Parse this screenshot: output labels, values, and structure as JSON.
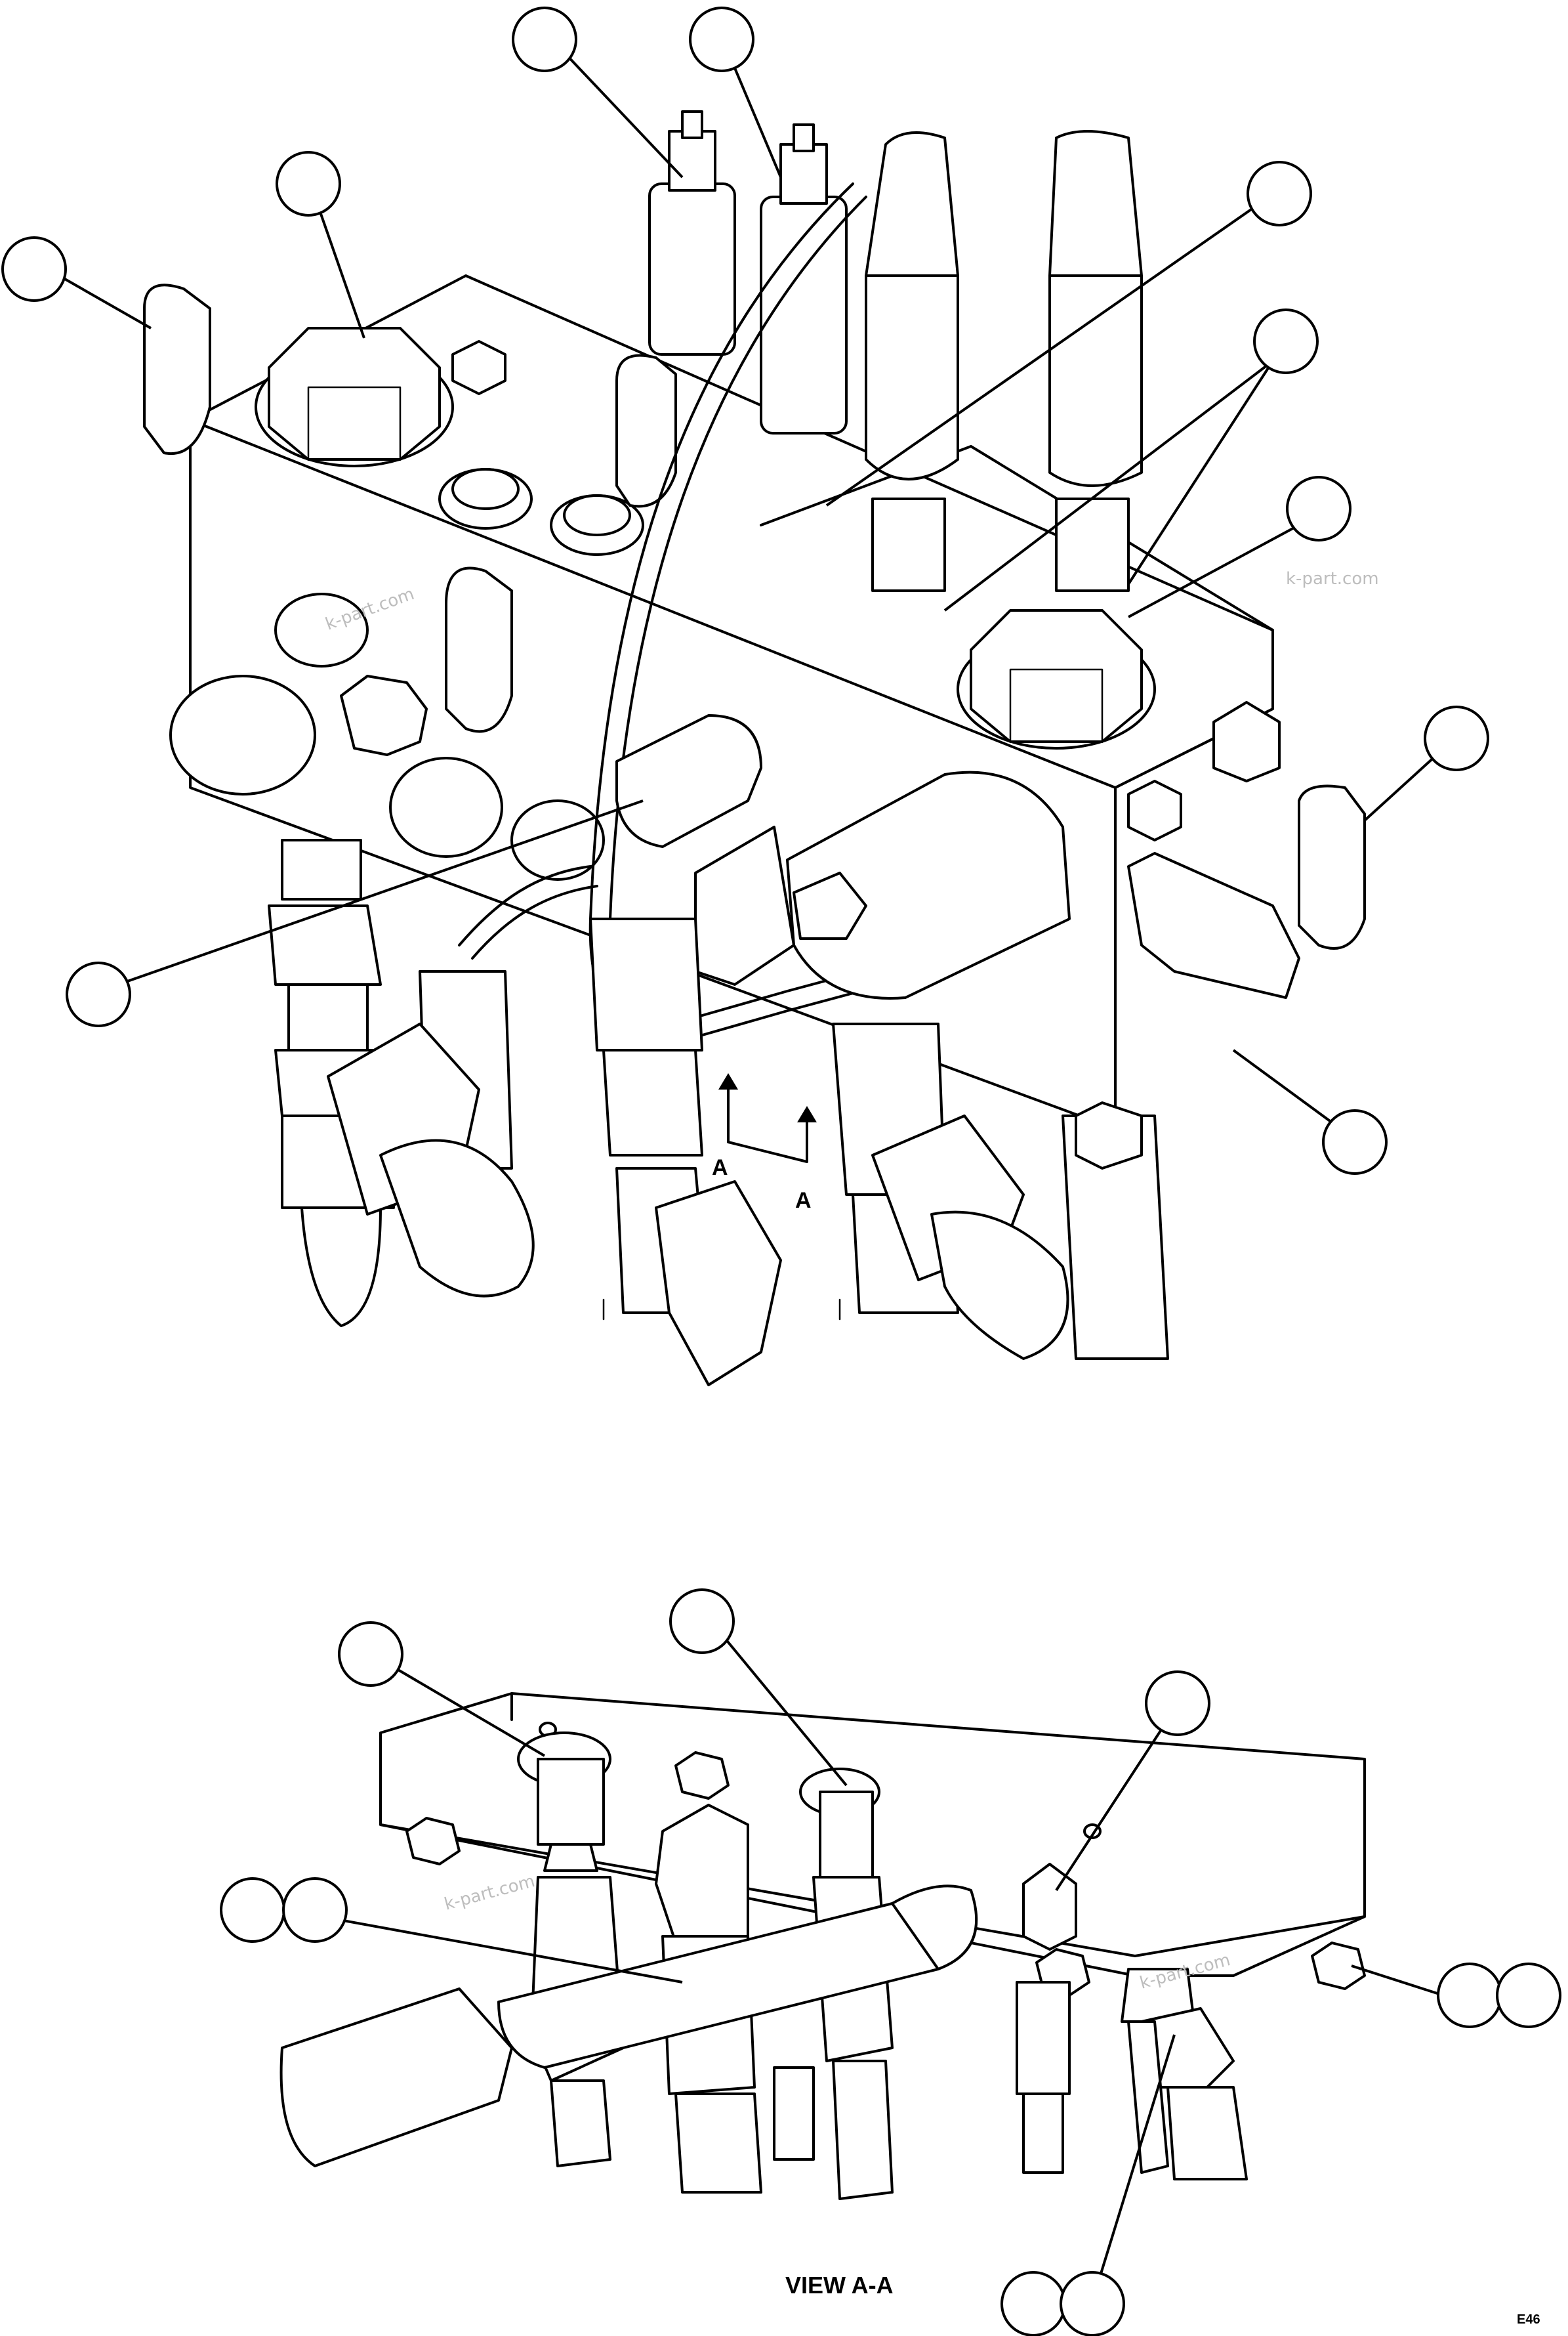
{
  "section_arrow_labels": [
    "A",
    "A"
  ],
  "view_caption": "VIEW A-A",
  "watermarks": [
    "k-part.com",
    "k-part.com",
    "k-part.com",
    "k-part.com"
  ],
  "sheet_code": "E46"
}
